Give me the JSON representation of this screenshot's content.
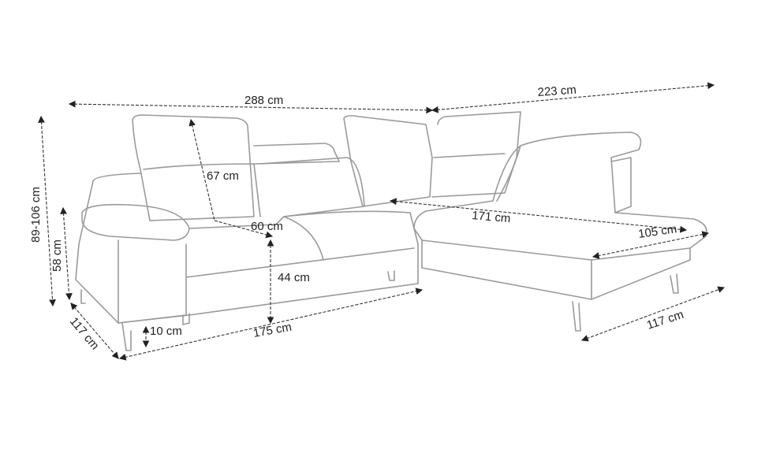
{
  "dimensions": {
    "total_width": "288 cm",
    "chaise_length": "223 cm",
    "height": "89-106 cm",
    "armrest_height": "58 cm",
    "backrest_height": "67 cm",
    "seat_depth": "60 cm",
    "chaise_inner_length": "171 cm",
    "chaise_width": "105 cm",
    "seat_height": "44 cm",
    "leg_height": "10 cm",
    "sleeping_width": "175 cm",
    "depth_left": "117 cm",
    "depth_right": "117 cm"
  }
}
